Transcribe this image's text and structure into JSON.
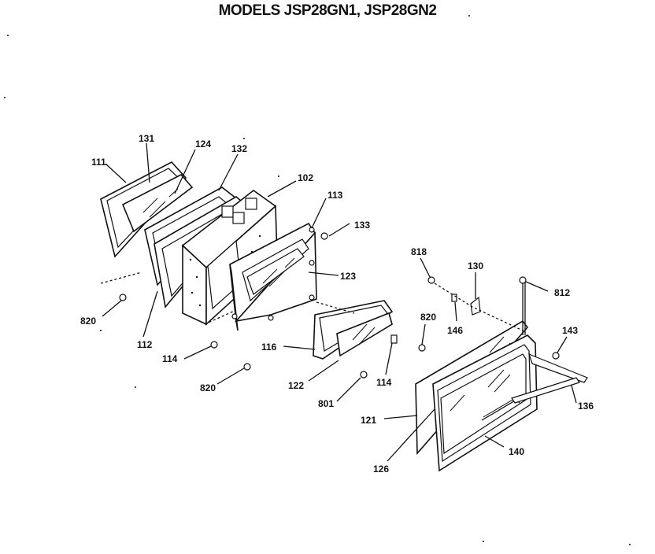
{
  "title": "MODELS JSP28GN1, JSP28GN2",
  "labels": {
    "l111": "111",
    "l131": "131",
    "l124": "124",
    "l132": "132",
    "l102": "102",
    "l113": "113",
    "l133": "133",
    "l123": "123",
    "l820a": "820",
    "l112": "112",
    "l114a": "114",
    "l820b": "820",
    "l116": "116",
    "l122": "122",
    "l801": "801",
    "l114b": "114",
    "l820c": "820",
    "l818": "818",
    "l130": "130",
    "l146": "146",
    "l812": "812",
    "l143": "143",
    "l136": "136",
    "l121": "121",
    "l126": "126",
    "l140": "140"
  }
}
